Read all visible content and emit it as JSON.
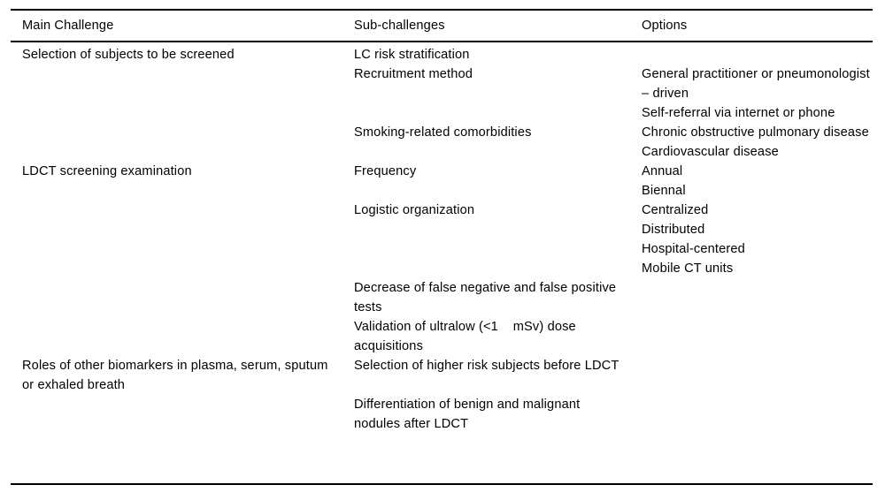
{
  "table": {
    "columns": [
      {
        "key": "main",
        "label": "Main Challenge"
      },
      {
        "key": "sub",
        "label": "Sub-challenges"
      },
      {
        "key": "options",
        "label": "Options"
      }
    ],
    "style": {
      "text_color": "#000000",
      "background_color": "#ffffff",
      "rule_color": "#000000"
    },
    "rows": [
      {
        "main": "Selection of subjects to be screened",
        "groups": [
          {
            "sub": "LC risk stratification",
            "options": []
          },
          {
            "sub": "Recruitment method",
            "options": [
              "General practitioner or pneumonologist – driven",
              "Self-referral via internet or phone"
            ]
          },
          {
            "sub": "Smoking-related comorbidities",
            "options": [
              "Chronic obstructive pulmonary disease",
              "Cardiovascular disease"
            ]
          }
        ]
      },
      {
        "main": "LDCT screening examination",
        "groups": [
          {
            "sub": "Frequency",
            "options": [
              "Annual",
              "Biennal"
            ]
          },
          {
            "sub": "Logistic organization",
            "options": [
              "Centralized",
              "Distributed",
              "Hospital-centered",
              "Mobile CT units"
            ]
          },
          {
            "sub": "Decrease of false negative and false positive tests",
            "options": []
          },
          {
            "sub": "Validation of ultralow (<1    mSv) dose acquisitions",
            "options": []
          }
        ]
      },
      {
        "main": "Roles of other biomarkers in plasma, serum, sputum or exhaled breath",
        "groups": [
          {
            "sub": "Selection of higher risk subjects before LDCT",
            "options": []
          },
          {
            "sub": "Differentiation of benign and malignant nodules after LDCT",
            "options": []
          }
        ]
      }
    ]
  }
}
